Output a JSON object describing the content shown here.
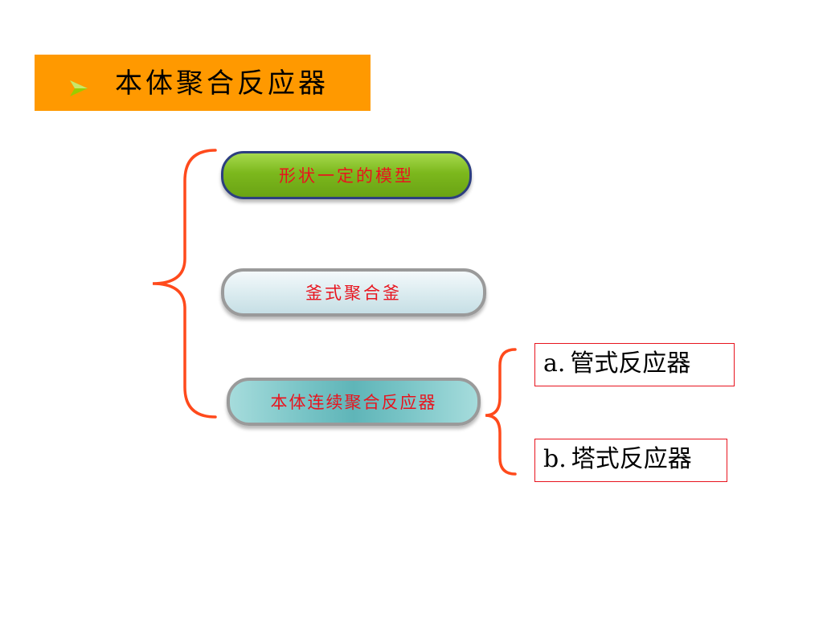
{
  "title": {
    "text": "本体聚合反应器"
  },
  "colors": {
    "title_bar": "#ff9900",
    "bullet_arrow": "#99cc00",
    "brace": "#ff4a1c",
    "pill_text": "#e8141e",
    "box_border": "#e8141e"
  },
  "diagram": {
    "categories": [
      {
        "label": "形状一定的模型"
      },
      {
        "label": "釜式聚合釜"
      },
      {
        "label": "本体连续聚合反应器"
      }
    ],
    "subtypes": [
      {
        "prefix": "a.",
        "label": "管式反应器"
      },
      {
        "prefix": "b.",
        "label": "塔式反应器"
      }
    ]
  }
}
